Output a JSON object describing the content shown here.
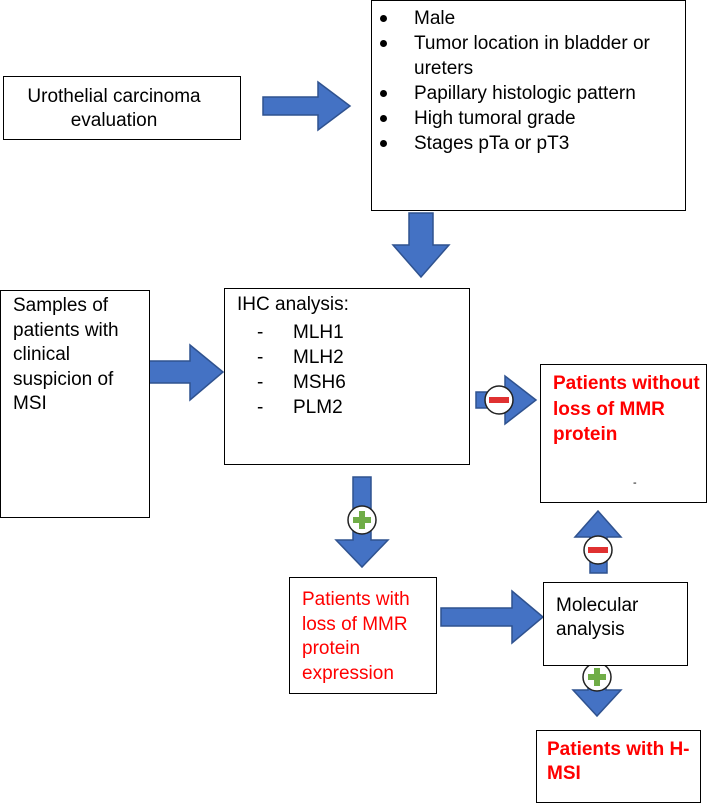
{
  "evaluation_box": {
    "text": "Urothelial carcinoma evaluation"
  },
  "criteria_box": {
    "items": [
      "Male",
      "Tumor location in bladder or ureters",
      "Papillary histologic pattern",
      "High tumoral grade",
      "Stages pTa or pT3"
    ]
  },
  "samples_box": {
    "text": "Samples of patients with clinical suspicion of MSI"
  },
  "ihc_box": {
    "title": "IHC analysis:",
    "markers": [
      "MLH1",
      "MLH2",
      "MSH6",
      "PLM2"
    ]
  },
  "no_loss_box": {
    "text": "Patients without loss of MMR protein",
    "mark": "-"
  },
  "loss_box": {
    "text": "Patients with loss of MMR protein expression"
  },
  "molecular_box": {
    "text": "Molecular analysis"
  },
  "hmsi_box": {
    "text": "Patients with H-MSI"
  },
  "colors": {
    "arrow_fill": "#4472c4",
    "arrow_stroke": "#2f528f",
    "minus_sign": "#e03131",
    "plus_sign": "#70ad47",
    "highlight_text": "#ff0000"
  }
}
